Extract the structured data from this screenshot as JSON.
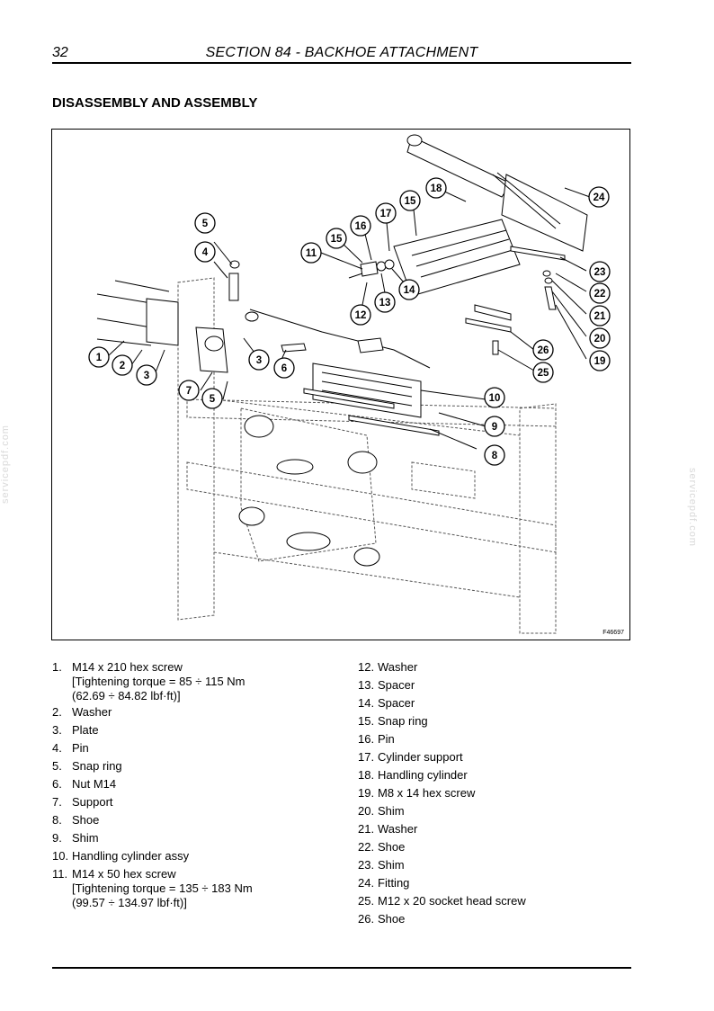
{
  "header": {
    "page_number": "32",
    "section_title": "SECTION 84 - BACKHOE ATTACHMENT"
  },
  "heading": "DISASSEMBLY AND ASSEMBLY",
  "figure": {
    "id": "F46697",
    "callouts": [
      "1",
      "2",
      "3",
      "4",
      "5",
      "3",
      "6",
      "7",
      "5",
      "8",
      "9",
      "10",
      "11",
      "12",
      "13",
      "14",
      "15",
      "16",
      "17",
      "15",
      "18",
      "19",
      "20",
      "21",
      "22",
      "23",
      "24",
      "25",
      "26"
    ]
  },
  "parts_left": [
    {
      "num": "1.",
      "text": "M14 x 210 hex screw\n[Tightening torque = 85 ÷ 115 Nm\n(62.69 ÷ 84.82 lbf·ft)]"
    },
    {
      "num": "2.",
      "text": "Washer"
    },
    {
      "num": "3.",
      "text": "Plate"
    },
    {
      "num": "4.",
      "text": "Pin"
    },
    {
      "num": "5.",
      "text": "Snap ring"
    },
    {
      "num": "6.",
      "text": "Nut M14"
    },
    {
      "num": "7.",
      "text": "Support"
    },
    {
      "num": "8.",
      "text": "Shoe"
    },
    {
      "num": "9.",
      "text": "Shim"
    },
    {
      "num": "10.",
      "text": "Handling cylinder assy"
    },
    {
      "num": "11.",
      "text": "M14 x 50 hex screw\n[Tightening torque = 135 ÷ 183 Nm\n(99.57 ÷ 134.97 lbf·ft)]"
    }
  ],
  "parts_right": [
    {
      "num": "12.",
      "text": "Washer"
    },
    {
      "num": "13.",
      "text": "Spacer"
    },
    {
      "num": "14.",
      "text": "Spacer"
    },
    {
      "num": "15.",
      "text": "Snap ring"
    },
    {
      "num": "16.",
      "text": "Pin"
    },
    {
      "num": "17.",
      "text": "Cylinder support"
    },
    {
      "num": "18.",
      "text": "Handling cylinder"
    },
    {
      "num": "19.",
      "text": "M8 x 14 hex screw"
    },
    {
      "num": "20.",
      "text": "Shim"
    },
    {
      "num": "21.",
      "text": "Washer"
    },
    {
      "num": "22.",
      "text": "Shoe"
    },
    {
      "num": "23.",
      "text": "Shim"
    },
    {
      "num": "24.",
      "text": "Fitting"
    },
    {
      "num": "25.",
      "text": "M12 x 20 socket head screw"
    },
    {
      "num": "26.",
      "text": "Shoe"
    }
  ],
  "watermark": "servicepdf.com"
}
